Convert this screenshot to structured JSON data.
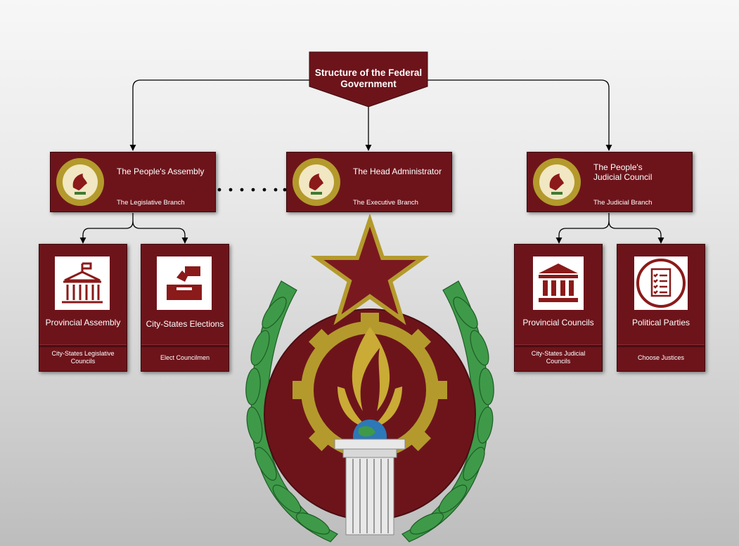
{
  "colors": {
    "maroon": "#6d141b",
    "gold": "#b49a2c",
    "green": "#3e9a48",
    "white": "#ffffff"
  },
  "title": {
    "line1": "Structure of the Federal",
    "line2": "Government"
  },
  "branches": [
    {
      "name": "The People's Assembly",
      "sub": "The Legislative Branch"
    },
    {
      "name": "The Head Administrator",
      "sub": "The Executive Branch"
    },
    {
      "name_line1": "The People's",
      "name_line2": "Judicial Council",
      "sub": "The Judicial Branch"
    }
  ],
  "cards": [
    {
      "name": "Provincial Assembly",
      "sub_line1": "City-States Legislative",
      "sub_line2": "Councils",
      "icon": "parliament-building-icon"
    },
    {
      "name": "City-States Elections",
      "sub_line1": "Elect Councilmen",
      "sub_line2": "",
      "icon": "ballot-box-icon"
    },
    {
      "name": "Provincial Councils",
      "sub_line1": "City-States Judicial",
      "sub_line2": "Councils",
      "icon": "courthouse-icon"
    },
    {
      "name": "Political Parties",
      "sub_line1": "Choose Justices",
      "sub_line2": "",
      "icon": "checklist-icon"
    }
  ]
}
